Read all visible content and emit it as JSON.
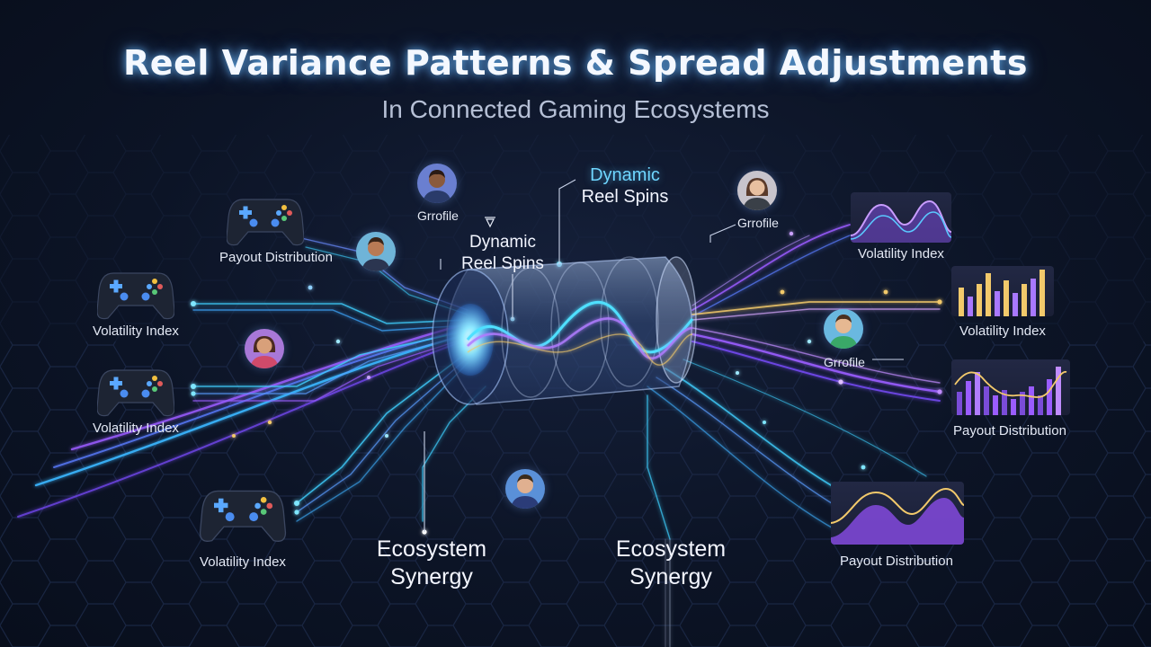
{
  "header": {
    "title": "Reel Variance Patterns & Spread Adjustments",
    "subtitle": "In Connected Gaming Ecosystems"
  },
  "center": {
    "callout_top_line1": "Dynamic",
    "callout_top_line2": "Reel Spins",
    "callout_mid_line1": "Dynamic",
    "callout_mid_line2": "Reel Spins",
    "bottom_left_line1": "Ecosystem",
    "bottom_left_line2": "Synergy",
    "bottom_right_line1": "Ecosystem",
    "bottom_right_line2": "Synergy"
  },
  "left_nodes": [
    {
      "label": "Payout Distribution"
    },
    {
      "label": "Volatility Index"
    },
    {
      "label": "Volatility Index"
    },
    {
      "label": "Volatility Index"
    }
  ],
  "profiles": [
    {
      "label": "Grrofile"
    },
    {
      "label": "Grrofile"
    },
    {
      "label": "Grrofile"
    }
  ],
  "right_nodes": [
    {
      "label": "Volatility Index"
    },
    {
      "label": "Volatility Index"
    },
    {
      "label": "Payout Distribution"
    },
    {
      "label": "Payout Distribution"
    }
  ],
  "colors": {
    "cyan": "#4fd6ff",
    "purple": "#a45cff",
    "gold": "#f2c96b",
    "background": "#0c1426"
  },
  "icons": [
    "gamepad-icon",
    "avatar-icon",
    "area-chart-icon",
    "bar-chart-icon",
    "reel-cylinder-icon"
  ]
}
